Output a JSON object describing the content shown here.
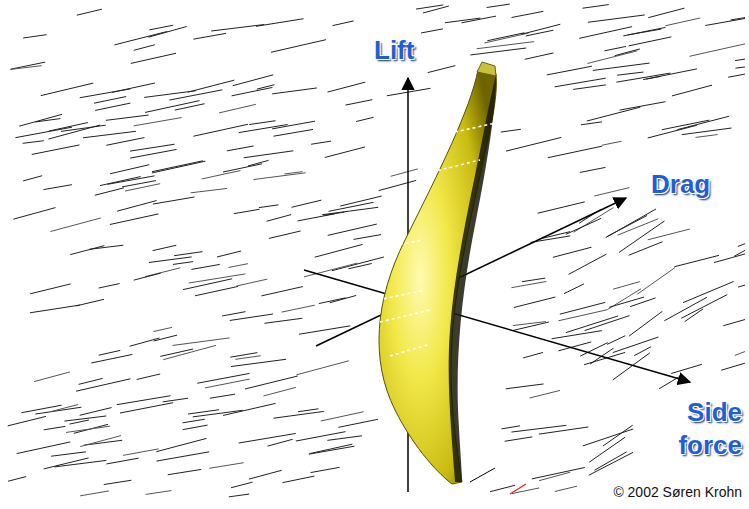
{
  "diagram": {
    "labels": [
      "Lift",
      "Drag",
      "Side force",
      "© 2002 Søren Krohn"
    ]
  }
}
